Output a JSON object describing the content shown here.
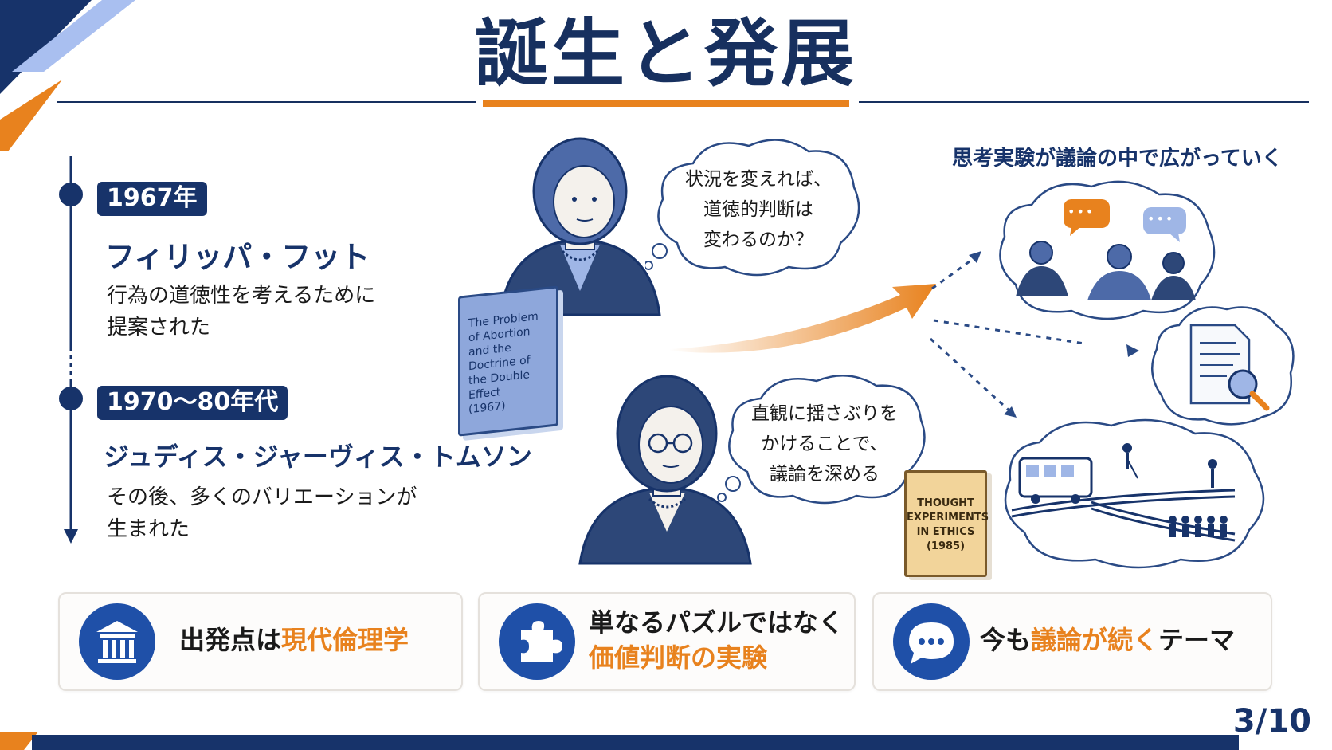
{
  "title": "誕生と発展",
  "timeline": [
    {
      "year": "1967年",
      "name": "フィリッパ・フット",
      "desc": [
        "行為の道徳性を考えるために",
        "提案された"
      ]
    },
    {
      "year": "1970〜80年代",
      "name": "ジュディス・ジャーヴィス・トムソン",
      "desc": [
        "その後、多くのバリエーションが",
        "生まれた"
      ]
    }
  ],
  "bubbles": {
    "foot": [
      "状況を変えれば、",
      "道徳的判断は",
      "変わるのか？"
    ],
    "thomson": [
      "直観に揺さぶりを",
      "かけることで、",
      "議論を深める"
    ]
  },
  "books": {
    "foot": [
      "The Problem",
      "of Abortion",
      "and the",
      "Doctrine of",
      "the Double",
      "Effect",
      "(1967)"
    ],
    "thomson": [
      "THOUGHT",
      "EXPERIMENTS",
      "IN ETHICS",
      "(1985)"
    ]
  },
  "spread_caption": "思考実験が議論の中で広がっていく",
  "speech_dots": "•••",
  "cards": [
    {
      "icon": "institution-icon",
      "text_plain": "出発点は",
      "text_highlight": "現代倫理学"
    },
    {
      "icon": "puzzle-icon",
      "line1": "単なるパズルではなく",
      "line2_highlight": "価値判断の実験"
    },
    {
      "icon": "chat-bubble-icon",
      "text_plain_1": "今も",
      "text_highlight": "議論が続く",
      "text_plain_2": "テーマ"
    }
  ],
  "page_number": "3/10",
  "colors": {
    "navy": "#17336a",
    "orange": "#e8821e",
    "light_blue": "#9fb6e6",
    "card_blue": "#1f50a8"
  }
}
